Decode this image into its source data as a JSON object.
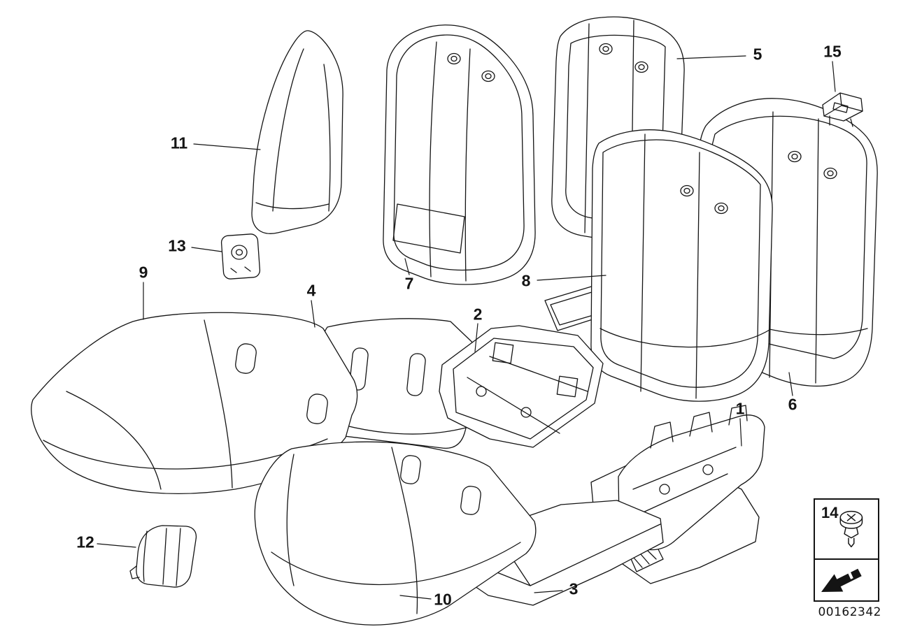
{
  "callouts": {
    "1": {
      "label": "1"
    },
    "2": {
      "label": "2"
    },
    "3": {
      "label": "3"
    },
    "4": {
      "label": "4"
    },
    "5": {
      "label": "5"
    },
    "6": {
      "label": "6"
    },
    "7": {
      "label": "7"
    },
    "8": {
      "label": "8"
    },
    "9": {
      "label": "9"
    },
    "10": {
      "label": "10"
    },
    "11": {
      "label": "11"
    },
    "12": {
      "label": "12"
    },
    "13": {
      "label": "13"
    },
    "14": {
      "label": "14"
    },
    "15": {
      "label": "15"
    }
  },
  "doc_number": "00162342",
  "icons": {
    "inset_fastener": "expanding-rivet-icon",
    "inset_arrow": "direction-arrow-icon"
  },
  "colors": {
    "background": "#ffffff",
    "line": "#141414",
    "text": "#141414"
  }
}
